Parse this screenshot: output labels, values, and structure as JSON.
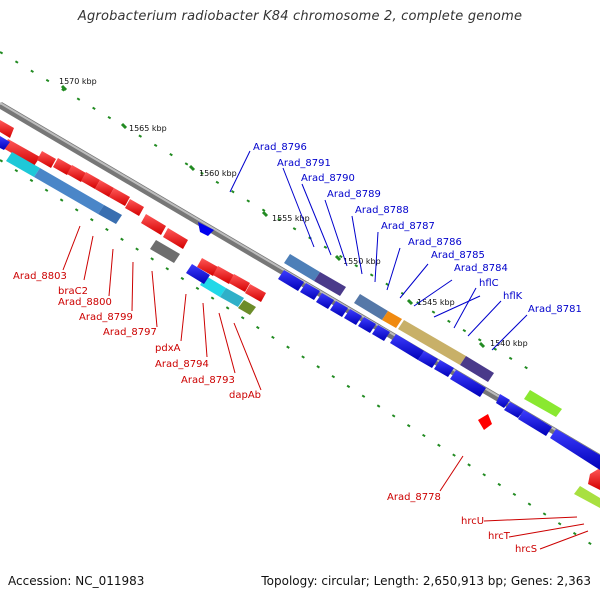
{
  "header": {
    "title": "Agrobacterium radiobacter K84 chromosome 2, complete genome"
  },
  "footer": {
    "accession": "Accession: NC_011983",
    "topology": "Topology: circular; Length: 2,650,913 bp; Genes: 2,363"
  },
  "colors": {
    "backbone": "#7d7d7d",
    "forward_gene": "#ff0000",
    "reverse_gene": "#0000ff",
    "tick": "#228b22",
    "label_forward": "#cc0000",
    "label_reverse": "#0000cc"
  },
  "ticks": [
    {
      "label": "1570 kbp"
    },
    {
      "label": "1565 kbp"
    },
    {
      "label": "1560 kbp"
    },
    {
      "label": "1555 kbp"
    },
    {
      "label": "1550 kbp"
    },
    {
      "label": "1545 kbp"
    },
    {
      "label": "1540 kbp"
    }
  ],
  "forward_labels": [
    "Arad_8803",
    "braC2",
    "Arad_8800",
    "Arad_8799",
    "Arad_8797",
    "pdxA",
    "Arad_8794",
    "Arad_8793",
    "dapAb",
    "Arad_8778",
    "hrcU",
    "hrcT",
    "hrcS"
  ],
  "reverse_labels": [
    "Arad_8796",
    "Arad_8791",
    "Arad_8790",
    "Arad_8789",
    "Arad_8788",
    "Arad_8787",
    "Arad_8786",
    "Arad_8785",
    "Arad_8784",
    "hflC",
    "hflK",
    "Arad_8781"
  ]
}
